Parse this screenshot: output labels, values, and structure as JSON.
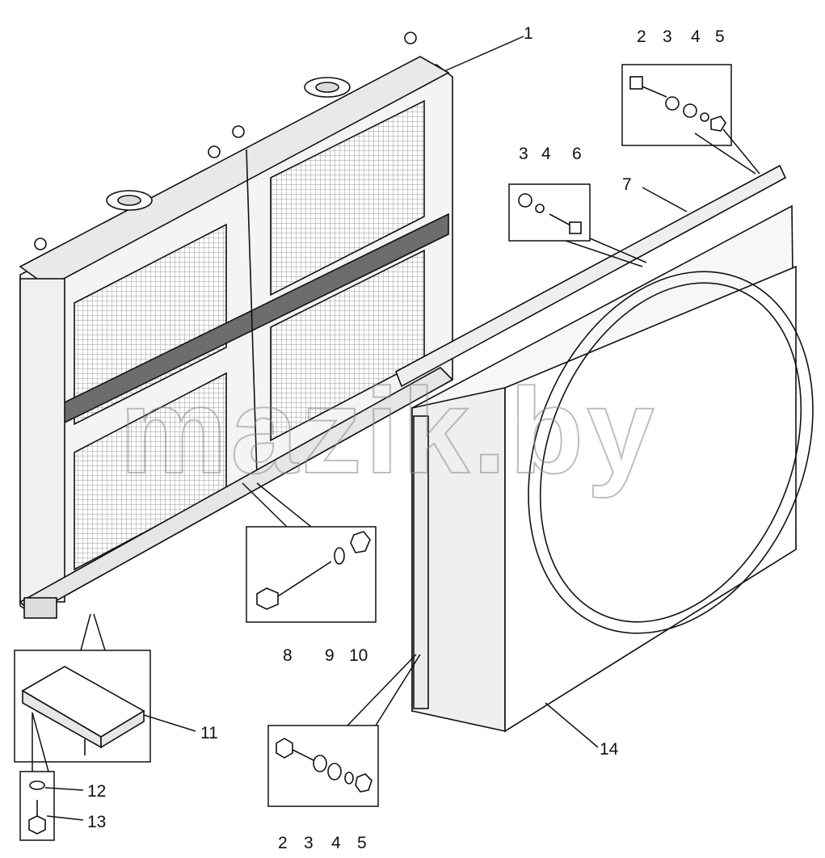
{
  "watermark": "mazik.by",
  "callouts": {
    "c1": "1",
    "top_right": [
      "2",
      "3",
      "4",
      "5"
    ],
    "mid": [
      "3",
      "4",
      "6"
    ],
    "c7": "7",
    "center": [
      "8",
      "9",
      "10"
    ],
    "c11": "11",
    "c12": "12",
    "c13": "13",
    "c14": "14",
    "bottom": [
      "2",
      "3",
      "4",
      "5"
    ]
  },
  "colors": {
    "line": "#111111",
    "panel": "#f2f2f2",
    "core": "#cfcfcf",
    "watermark": "#8a8a8a"
  }
}
